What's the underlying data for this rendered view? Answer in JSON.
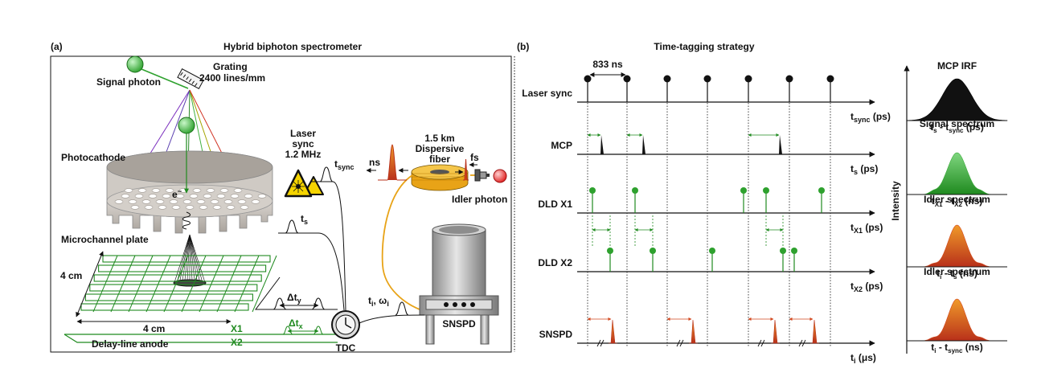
{
  "panel_a": {
    "tag": "(a)",
    "title": "Hybrid biphoton spectrometer",
    "signal_photon": "Signal photon",
    "grating_line1": "Grating",
    "grating_line2": "2400 lines/mm",
    "photocathode": "Photocathode",
    "electron": "e",
    "electron_sup": "−",
    "mcp_label": "Microchannel plate",
    "ts": "t",
    "ts_sub": "s",
    "laser_line1": "Laser",
    "laser_line2": "sync",
    "laser_line3": "1.2 MHz",
    "tsync": "t",
    "tsync_sub": "sync",
    "fiber_line1": "1.5 km",
    "fiber_line2": "Dispersive",
    "fiber_line3": "fiber",
    "ns": "ns",
    "fs": "fs",
    "idler_photon": "Idler photon",
    "ti": "t",
    "ti_sub": "i",
    "omega": ", ω",
    "omega_sub": "i",
    "snspd": "SNSPD",
    "size_left": "4 cm",
    "size_bottom": "4 cm",
    "dty": "Δt",
    "dty_sub": "y",
    "dtx": "Δt",
    "dtx_sub": "x",
    "x1": "X1",
    "x2": "X2",
    "tdc": "TDC",
    "anode": "Delay-line anode"
  },
  "panel_b": {
    "tag": "(b)",
    "title": "Time-tagging strategy",
    "period": "833 ns",
    "rows": [
      {
        "name": "Laser sync",
        "axis": "t",
        "axis_sub": "sync",
        "unit": " (ps)"
      },
      {
        "name": "MCP",
        "axis": "t",
        "axis_sub": "s",
        "unit": " (ps)"
      },
      {
        "name": "DLD X1",
        "axis": "t",
        "axis_sub": "X1",
        "unit": " (ps)"
      },
      {
        "name": "DLD X2",
        "axis": "t",
        "axis_sub": "X2",
        "unit": " (ps)"
      },
      {
        "name": "SNSPD",
        "axis": "t",
        "axis_sub": "i",
        "unit": " (μs)"
      }
    ],
    "intensity": "Intensity",
    "histograms": [
      {
        "title": "MCP IRF",
        "xlabel_main": "t",
        "xlabel_sub": "s",
        "xlabel_rest": " - t",
        "xlabel_sub2": "sync",
        "xlabel_unit": " (ps)",
        "color": "#000000"
      },
      {
        "title": "Signal spectrum",
        "xlabel_main": "t",
        "xlabel_sub": "X1",
        "xlabel_rest": " - t",
        "xlabel_sub2": "X2",
        "xlabel_unit": " (ns)",
        "color": "#3aaa3a"
      },
      {
        "title": "Idler spectrum",
        "xlabel_main": "t",
        "xlabel_sub": "i",
        "xlabel_rest": " - t",
        "xlabel_sub2": "s",
        "xlabel_unit": " (ns)",
        "color": "#d2461c"
      },
      {
        "title": "Idler spectrum",
        "xlabel_main": "t",
        "xlabel_sub": "i",
        "xlabel_rest": " - t",
        "xlabel_sub2": "sync",
        "xlabel_unit": " (ns)",
        "color": "#d2461c"
      }
    ]
  },
  "colors": {
    "green": "#1f8a1f",
    "red": "#d2461c",
    "fiber": "#e8a317",
    "snspd_body": "#b9b9b9"
  }
}
